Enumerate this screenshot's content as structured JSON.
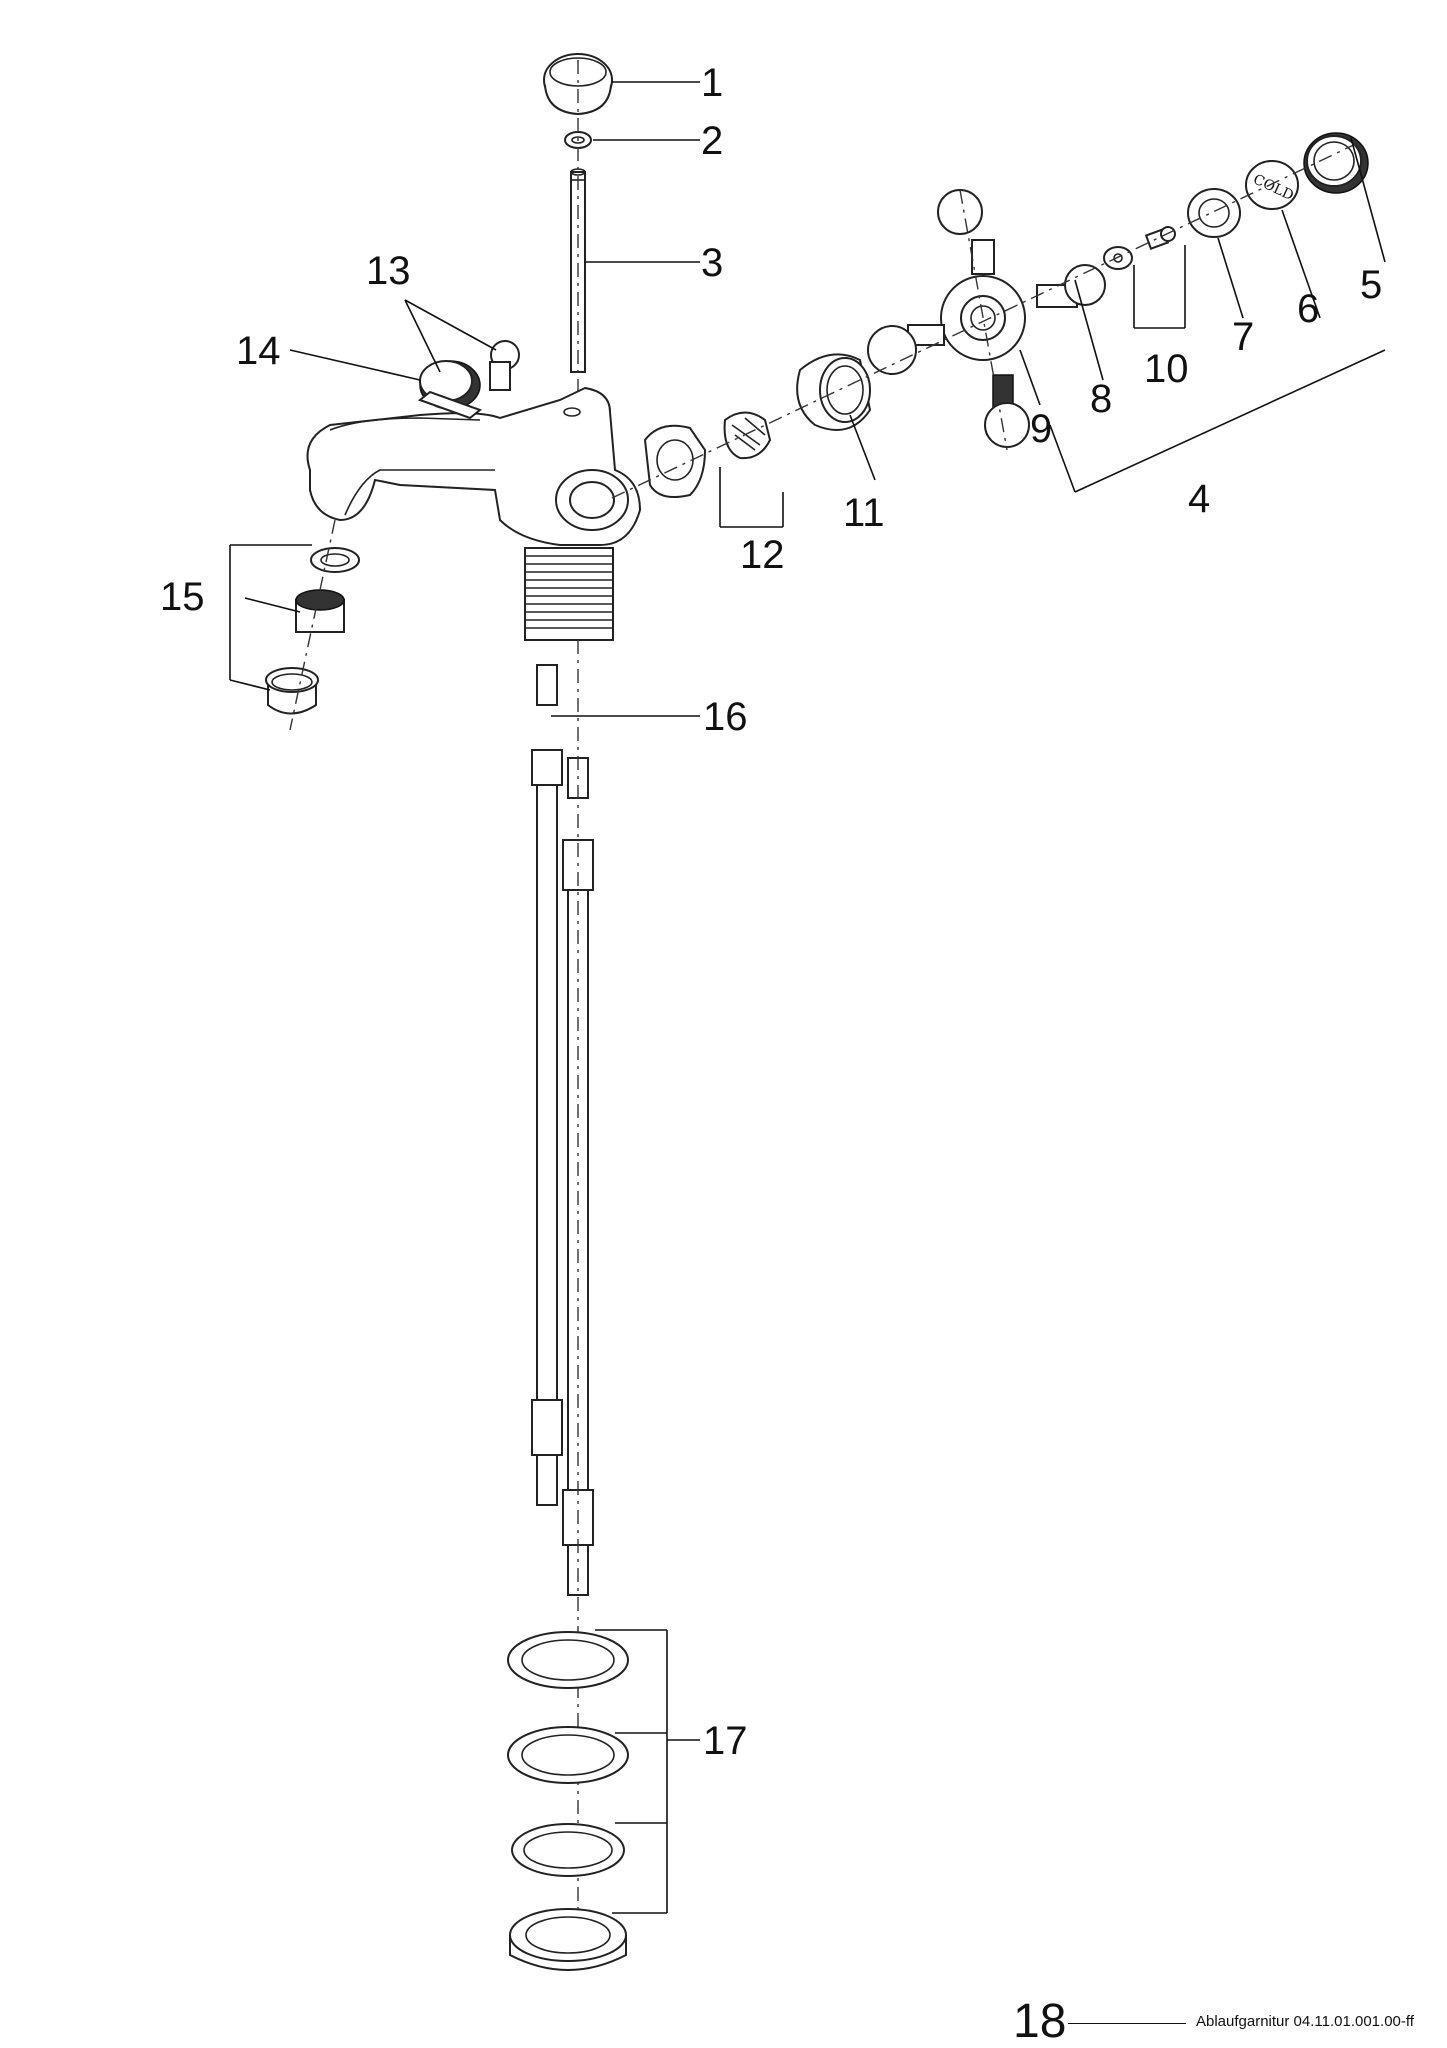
{
  "callouts": [
    "1",
    "2",
    "3",
    "4",
    "5",
    "6",
    "7",
    "8",
    "9",
    "10",
    "11",
    "12",
    "13",
    "14",
    "15",
    "16",
    "17"
  ],
  "cold_label": "COLD",
  "footer": {
    "page_number": "18",
    "reference": "Ablaufgarnitur 04.11.01.001.00-ff"
  }
}
